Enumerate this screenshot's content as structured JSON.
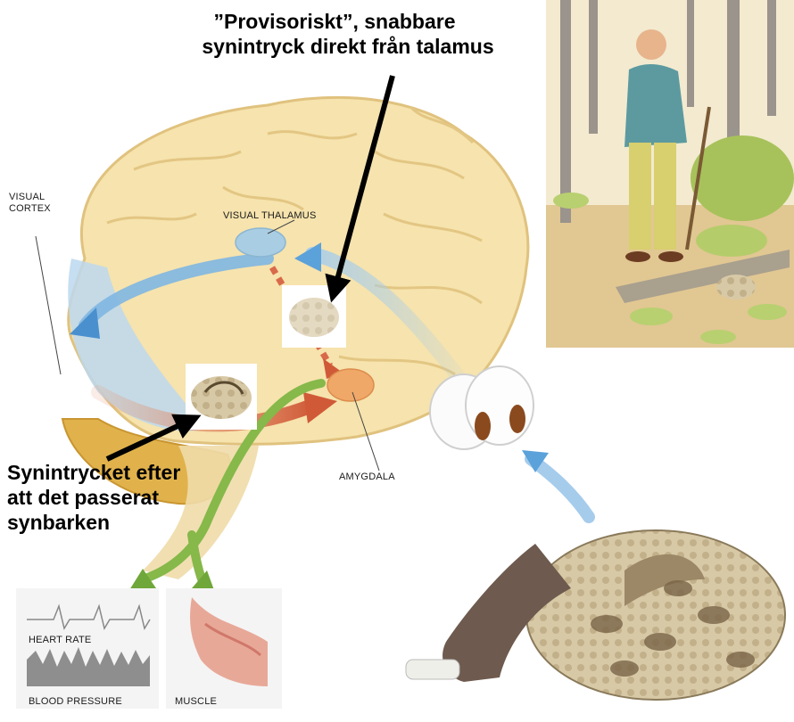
{
  "labels": {
    "visual_cortex": [
      "VISUAL",
      "CORTEX"
    ],
    "visual_thalamus": "VISUAL THALAMUS",
    "amygdala": "AMYGDALA",
    "heart_rate": "HEART RATE",
    "blood_pressure": "BLOOD PRESSURE",
    "muscle": "MUSCLE"
  },
  "callouts": {
    "top": [
      "”Provisoriskt”, snabbare",
      "synintryck direkt från talamus"
    ],
    "left": [
      "Synintrycket efter",
      "att det passerat",
      "synbarken"
    ]
  },
  "colors": {
    "brain": "#f6e3ad",
    "brain_outline": "#e0c27e",
    "cortex_blue": "#bcd8ee",
    "fast_path": "#d86a4a",
    "motor_path": "#86b84a",
    "amygdala": "#f0a868",
    "thalamus": "#a9cde3",
    "callout_arrow": "#000000"
  }
}
